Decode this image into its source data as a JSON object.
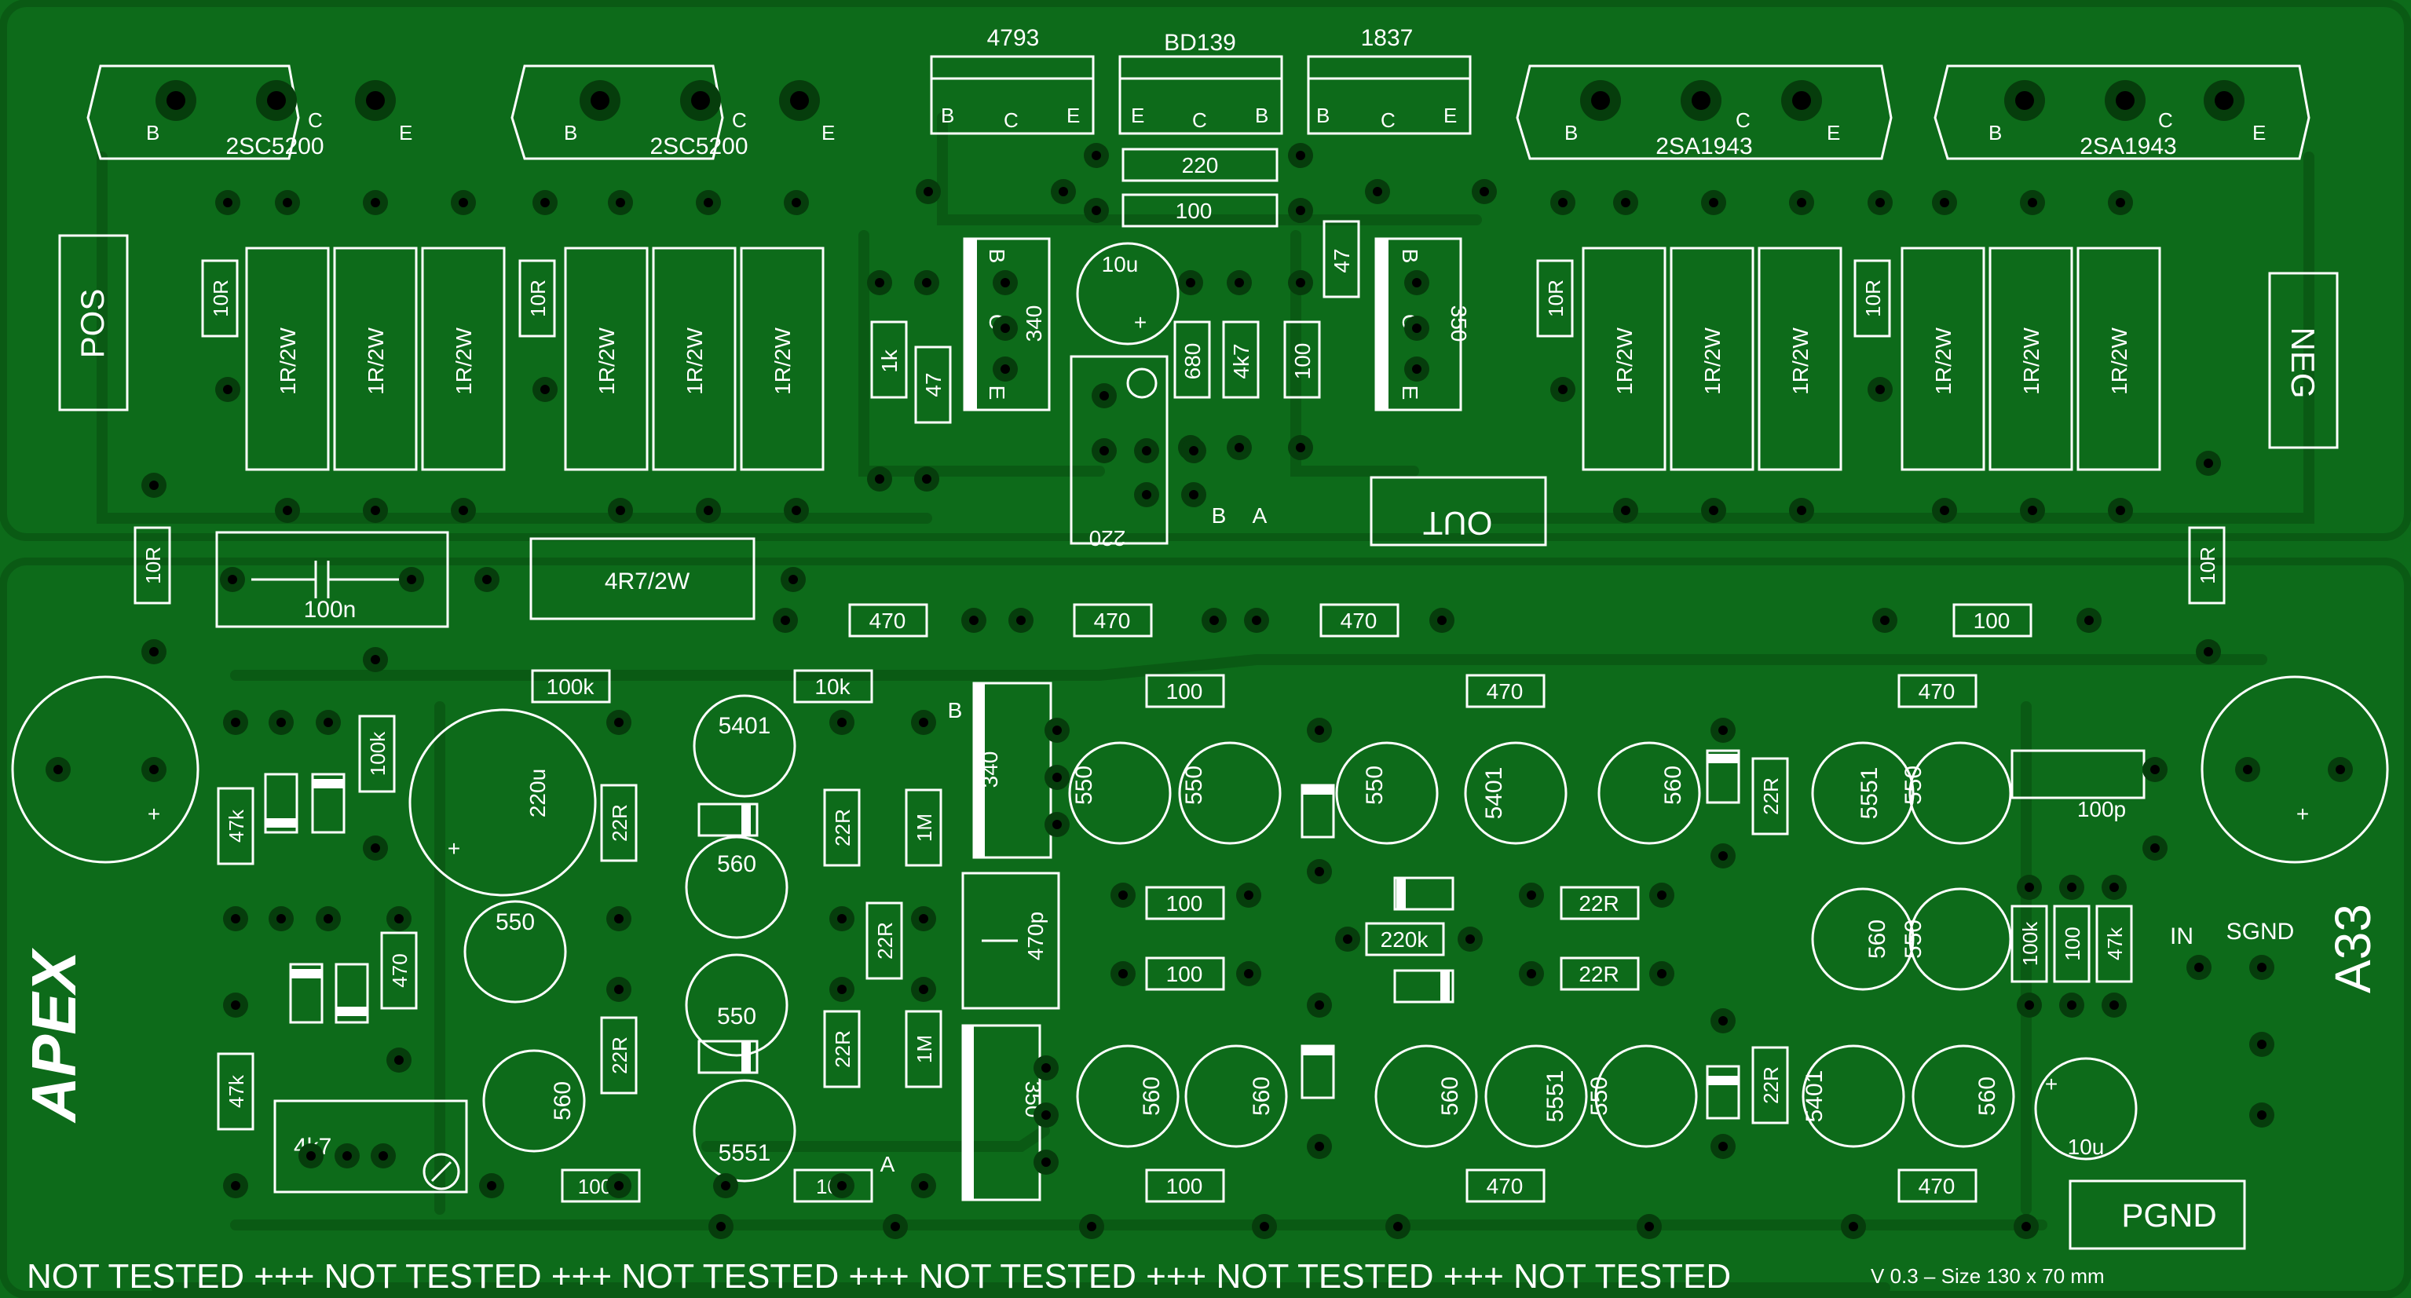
{
  "board": {
    "brand": "APEX",
    "model": "A33",
    "version_text": "V 0.3 – Size   130 x 70 mm",
    "warning_text": "NOT TESTED +++ NOT TESTED +++ NOT TESTED +++ NOT TESTED +++ NOT TESTED +++ NOT TESTED",
    "colors": {
      "pcb": "#0d6b1a",
      "copper": "#0a5a14",
      "silk": "#ffffff",
      "pad": "#063d0c",
      "hole": "#000000"
    }
  },
  "connectors": {
    "pos": "POS",
    "neg": "NEG",
    "out": "OUT",
    "pgnd": "PGND",
    "in": "IN",
    "sgnd": "SGND"
  },
  "top_transistors": [
    {
      "name": "2SC5200",
      "pins": [
        "B",
        "C",
        "E"
      ]
    },
    {
      "name": "2SC5200",
      "pins": [
        "B",
        "C",
        "E"
      ]
    },
    {
      "name": "2SA1943",
      "pins": [
        "B",
        "C",
        "E"
      ]
    },
    {
      "name": "2SA1943",
      "pins": [
        "B",
        "C",
        "E"
      ]
    }
  ],
  "drivers": [
    {
      "name": "4793",
      "pins": [
        "B",
        "C",
        "E"
      ]
    },
    {
      "name": "BD139",
      "pins": [
        "E",
        "C",
        "B"
      ]
    },
    {
      "name": "1837",
      "pins": [
        "B",
        "C",
        "E"
      ]
    }
  ],
  "labels": {
    "r_10r": "10R",
    "r_1r2w": "1R/2W",
    "r_220": "220",
    "r_100": "100",
    "r_47": "47",
    "r_1k": "1k",
    "r_680": "680",
    "r_4k7": "4k7",
    "r_470": "470",
    "r_100k": "100k",
    "r_10k": "10k",
    "r_22r": "22R",
    "r_220k": "220k",
    "r_1m": "1M",
    "r_47k": "47k",
    "r_4r7": "4R7/2W",
    "c_100n": "100n",
    "c_100p": "100p",
    "c_10u": "10u",
    "c_220u": "220u",
    "c_470p": "470p",
    "t_340": "340",
    "t_350": "350",
    "q_550": "550",
    "q_560": "560",
    "q_5401": "5401",
    "q_5551": "5551",
    "q_5551b": "5551",
    "pot_220": "220",
    "pot_4k7": "4k7",
    "pin_a": "A",
    "pin_b": "B",
    "pin_c": "C",
    "pin_e": "E",
    "plus": "+"
  }
}
